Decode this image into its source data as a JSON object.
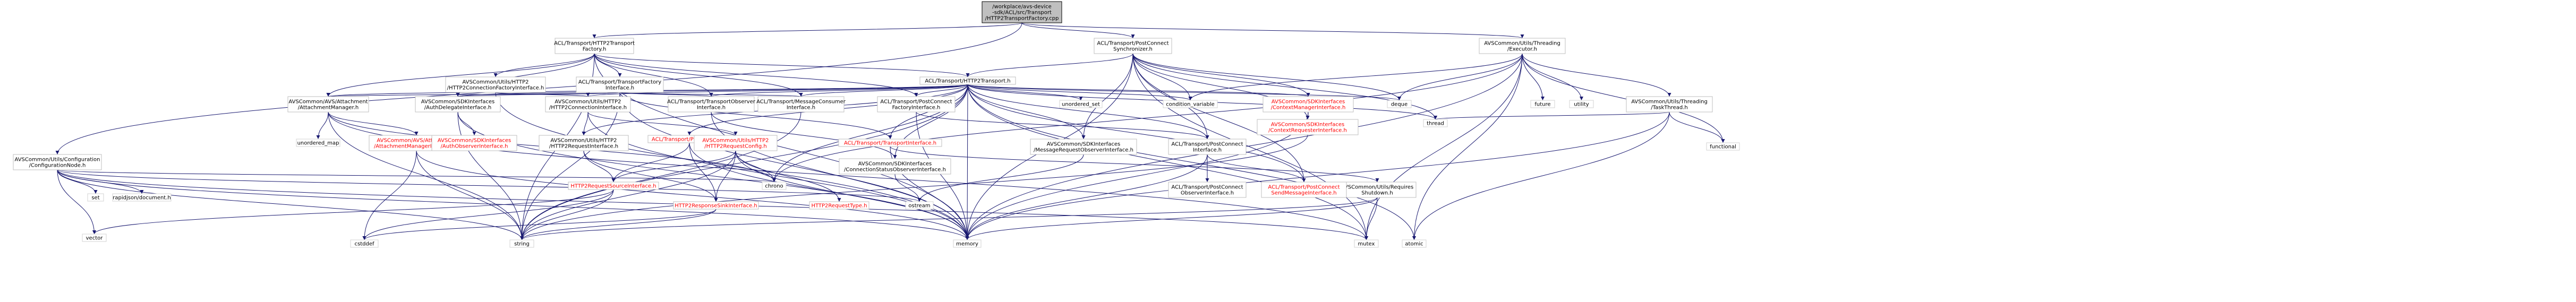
{
  "diagram": {
    "nodes": [
      {
        "id": "root",
        "lines": [
          "/workplace/avs-device",
          "-sdk/ACL/src/Transport",
          "/HTTP2TransportFactory.cpp"
        ],
        "kind": "root"
      },
      {
        "id": "factory_h",
        "lines": [
          "ACL/Transport/HTTP2Transport",
          "Factory.h"
        ],
        "kind": "header"
      },
      {
        "id": "config_node",
        "lines": [
          "AVSCommon/Utils/Configuration",
          "/ConfigurationNode.h"
        ],
        "kind": "header"
      },
      {
        "id": "postconnect_sync",
        "lines": [
          "ACL/Transport/PostConnect",
          "Synchronizer.h"
        ],
        "kind": "header"
      },
      {
        "id": "executor",
        "lines": [
          "AVSCommon/Utils/Threading",
          "/Executor.h"
        ],
        "kind": "header"
      },
      {
        "id": "http2conn_factory_if",
        "lines": [
          "AVSCommon/Utils/HTTP2",
          "/HTTP2ConnectionFactoryInterface.h"
        ],
        "kind": "header"
      },
      {
        "id": "transport_factory_if",
        "lines": [
          "ACL/Transport/TransportFactory",
          "Interface.h"
        ],
        "kind": "header"
      },
      {
        "id": "http2transport",
        "lines": [
          "ACL/Transport/HTTP2Transport.h"
        ],
        "kind": "header"
      },
      {
        "id": "attachment_mgr",
        "lines": [
          "AVSCommon/AVS/Attachment",
          "/AttachmentManager.h"
        ],
        "kind": "header"
      },
      {
        "id": "auth_delegate",
        "lines": [
          "AVSCommon/SDKInterfaces",
          "/AuthDelegateInterface.h"
        ],
        "kind": "header"
      },
      {
        "id": "http2conn_if",
        "lines": [
          "AVSCommon/Utils/HTTP2",
          "/HTTP2ConnectionInterface.h"
        ],
        "kind": "header"
      },
      {
        "id": "transport_observer_if",
        "lines": [
          "ACL/Transport/TransportObserver",
          "Interface.h"
        ],
        "kind": "header"
      },
      {
        "id": "message_consumer_if",
        "lines": [
          "ACL/Transport/MessageConsumer",
          "Interface.h"
        ],
        "kind": "header"
      },
      {
        "id": "postconnect_factory_if",
        "lines": [
          "ACL/Transport/PostConnect",
          "FactoryInterface.h"
        ],
        "kind": "header"
      },
      {
        "id": "unordered_set",
        "lines": [
          "unordered_set"
        ],
        "kind": "leaf"
      },
      {
        "id": "condition_variable",
        "lines": [
          "condition_variable"
        ],
        "kind": "leaf"
      },
      {
        "id": "deque",
        "lines": [
          "deque"
        ],
        "kind": "leaf"
      },
      {
        "id": "future",
        "lines": [
          "future"
        ],
        "kind": "leaf"
      },
      {
        "id": "utility",
        "lines": [
          "utility"
        ],
        "kind": "leaf"
      },
      {
        "id": "task_thread",
        "lines": [
          "AVSCommon/Utils/Threading",
          "/TaskThread.h"
        ],
        "kind": "header"
      },
      {
        "id": "context_mgr_if",
        "lines": [
          "AVSCommon/SDKInterfaces",
          "/ContextManagerInterface.h"
        ],
        "kind": "red"
      },
      {
        "id": "context_requester_if",
        "lines": [
          "AVSCommon/SDKInterfaces",
          "/ContextRequesterInterface.h"
        ],
        "kind": "red"
      },
      {
        "id": "thread",
        "lines": [
          "thread"
        ],
        "kind": "leaf"
      },
      {
        "id": "functional",
        "lines": [
          "functional"
        ],
        "kind": "leaf"
      },
      {
        "id": "unordered_map",
        "lines": [
          "unordered_map"
        ],
        "kind": "leaf"
      },
      {
        "id": "attachment_mgr_if",
        "lines": [
          "AVSCommon/AVS/Attachment",
          "/AttachmentManagerInterface.h"
        ],
        "kind": "red"
      },
      {
        "id": "auth_observer_if",
        "lines": [
          "AVSCommon/SDKInterfaces",
          "/AuthObserverInterface.h"
        ],
        "kind": "red"
      },
      {
        "id": "http2req_if",
        "lines": [
          "AVSCommon/Utils/HTTP2",
          "/HTTP2RequestInterface.h"
        ],
        "kind": "header"
      },
      {
        "id": "ping_handler",
        "lines": [
          "ACL/Transport/PingHandler.h"
        ],
        "kind": "red"
      },
      {
        "id": "http2req_config",
        "lines": [
          "AVSCommon/Utils/HTTP2",
          "/HTTP2RequestConfig.h"
        ],
        "kind": "red"
      },
      {
        "id": "transport_if",
        "lines": [
          "ACL/Transport/TransportInterface.h"
        ],
        "kind": "red"
      },
      {
        "id": "msg_req_observer_if",
        "lines": [
          "AVSCommon/SDKInterfaces",
          "/MessageRequestObserverInterface.h"
        ],
        "kind": "header"
      },
      {
        "id": "conn_status_observer_if",
        "lines": [
          "AVSCommon/SDKInterfaces",
          "/ConnectionStatusObserverInterface.h"
        ],
        "kind": "header"
      },
      {
        "id": "postconnect_if",
        "lines": [
          "ACL/Transport/PostConnect",
          "Interface.h"
        ],
        "kind": "header"
      },
      {
        "id": "set",
        "lines": [
          "set"
        ],
        "kind": "leaf"
      },
      {
        "id": "rapidjson",
        "lines": [
          "rapidjson/document.h"
        ],
        "kind": "leaf"
      },
      {
        "id": "http2req_source_if",
        "lines": [
          "HTTP2RequestSourceInterface.h"
        ],
        "kind": "red"
      },
      {
        "id": "http2resp_sink_if",
        "lines": [
          "HTTP2ResponseSinkInterface.h"
        ],
        "kind": "red"
      },
      {
        "id": "http2req_type",
        "lines": [
          "HTTP2RequestType.h"
        ],
        "kind": "red"
      },
      {
        "id": "chrono",
        "lines": [
          "chrono"
        ],
        "kind": "leaf"
      },
      {
        "id": "ostream",
        "lines": [
          "ostream"
        ],
        "kind": "leaf"
      },
      {
        "id": "requires_shutdown",
        "lines": [
          "AVSCommon/Utils/Requires",
          "Shutdown.h"
        ],
        "kind": "header"
      },
      {
        "id": "postconnect_observer_if",
        "lines": [
          "ACL/Transport/PostConnect",
          "ObserverInterface.h"
        ],
        "kind": "header"
      },
      {
        "id": "postconnect_send_msg_if",
        "lines": [
          "ACL/Transport/PostConnect",
          "SendMessageInterface.h"
        ],
        "kind": "red"
      },
      {
        "id": "vector",
        "lines": [
          "vector"
        ],
        "kind": "leaf"
      },
      {
        "id": "cstddef",
        "lines": [
          "cstddef"
        ],
        "kind": "leaf"
      },
      {
        "id": "string",
        "lines": [
          "string"
        ],
        "kind": "leaf"
      },
      {
        "id": "memory",
        "lines": [
          "memory"
        ],
        "kind": "leaf"
      },
      {
        "id": "mutex",
        "lines": [
          "mutex"
        ],
        "kind": "leaf"
      },
      {
        "id": "atomic",
        "lines": [
          "atomic"
        ],
        "kind": "leaf"
      }
    ],
    "edges": [
      [
        "root",
        "factory_h"
      ],
      [
        "root",
        "config_node"
      ],
      [
        "root",
        "postconnect_sync"
      ],
      [
        "root",
        "executor"
      ],
      [
        "factory_h",
        "http2conn_factory_if"
      ],
      [
        "factory_h",
        "transport_factory_if"
      ],
      [
        "factory_h",
        "http2transport"
      ],
      [
        "factory_h",
        "attachment_mgr"
      ],
      [
        "factory_h",
        "auth_delegate"
      ],
      [
        "factory_h",
        "transport_observer_if"
      ],
      [
        "factory_h",
        "message_consumer_if"
      ],
      [
        "factory_h",
        "postconnect_factory_if"
      ],
      [
        "factory_h",
        "memory"
      ],
      [
        "factory_h",
        "string"
      ],
      [
        "http2conn_factory_if",
        "http2conn_if"
      ],
      [
        "http2conn_factory_if",
        "memory"
      ],
      [
        "transport_factory_if",
        "attachment_mgr"
      ],
      [
        "transport_factory_if",
        "auth_delegate"
      ],
      [
        "transport_factory_if",
        "message_consumer_if"
      ],
      [
        "transport_factory_if",
        "transport_if"
      ],
      [
        "transport_factory_if",
        "transport_observer_if"
      ],
      [
        "transport_factory_if",
        "memory"
      ],
      [
        "transport_factory_if",
        "string"
      ],
      [
        "http2transport",
        "attachment_mgr"
      ],
      [
        "http2transport",
        "auth_delegate"
      ],
      [
        "http2transport",
        "http2conn_if"
      ],
      [
        "http2transport",
        "transport_observer_if"
      ],
      [
        "http2transport",
        "message_consumer_if"
      ],
      [
        "http2transport",
        "postconnect_factory_if"
      ],
      [
        "http2transport",
        "unordered_set"
      ],
      [
        "http2transport",
        "condition_variable"
      ],
      [
        "http2transport",
        "deque"
      ],
      [
        "http2transport",
        "thread"
      ],
      [
        "http2transport",
        "context_mgr_if"
      ],
      [
        "http2transport",
        "ping_handler"
      ],
      [
        "http2transport",
        "transport_if"
      ],
      [
        "http2transport",
        "conn_status_observer_if"
      ],
      [
        "http2transport",
        "msg_req_observer_if"
      ],
      [
        "http2transport",
        "postconnect_if"
      ],
      [
        "http2transport",
        "postconnect_send_msg_if"
      ],
      [
        "http2transport",
        "http2req_if"
      ],
      [
        "http2transport",
        "memory"
      ],
      [
        "http2transport",
        "mutex"
      ],
      [
        "http2transport",
        "atomic"
      ],
      [
        "http2transport",
        "string"
      ],
      [
        "http2transport",
        "chrono"
      ],
      [
        "postconnect_sync",
        "condition_variable"
      ],
      [
        "postconnect_sync",
        "deque"
      ],
      [
        "postconnect_sync",
        "thread"
      ],
      [
        "postconnect_sync",
        "context_mgr_if"
      ],
      [
        "postconnect_sync",
        "context_requester_if"
      ],
      [
        "postconnect_sync",
        "msg_req_observer_if"
      ],
      [
        "postconnect_sync",
        "postconnect_if"
      ],
      [
        "postconnect_sync",
        "postconnect_send_msg_if"
      ],
      [
        "postconnect_sync",
        "http2transport"
      ],
      [
        "postconnect_sync",
        "memory"
      ],
      [
        "postconnect_sync",
        "mutex"
      ],
      [
        "executor",
        "condition_variable"
      ],
      [
        "executor",
        "deque"
      ],
      [
        "executor",
        "future"
      ],
      [
        "executor",
        "utility"
      ],
      [
        "executor",
        "task_thread"
      ],
      [
        "executor",
        "functional"
      ],
      [
        "executor",
        "mutex"
      ],
      [
        "executor",
        "atomic"
      ],
      [
        "executor",
        "memory"
      ],
      [
        "executor",
        "chrono"
      ],
      [
        "task_thread",
        "thread"
      ],
      [
        "task_thread",
        "functional"
      ],
      [
        "task_thread",
        "atomic"
      ],
      [
        "task_thread",
        "memory"
      ],
      [
        "context_mgr_if",
        "context_requester_if"
      ],
      [
        "context_mgr_if",
        "memory"
      ],
      [
        "context_requester_if",
        "string"
      ],
      [
        "attachment_mgr",
        "unordered_map"
      ],
      [
        "attachment_mgr",
        "attachment_mgr_if"
      ],
      [
        "attachment_mgr",
        "chrono"
      ],
      [
        "attachment_mgr",
        "mutex"
      ],
      [
        "attachment_mgr",
        "string"
      ],
      [
        "attachment_mgr_if",
        "memory"
      ],
      [
        "attachment_mgr_if",
        "string"
      ],
      [
        "attachment_mgr_if",
        "cstddef"
      ],
      [
        "auth_delegate",
        "auth_observer_if"
      ],
      [
        "auth_delegate",
        "memory"
      ],
      [
        "auth_delegate",
        "string"
      ],
      [
        "http2conn_if",
        "http2req_if"
      ],
      [
        "http2conn_if",
        "http2req_config"
      ],
      [
        "http2conn_if",
        "memory"
      ],
      [
        "http2req_if",
        "http2req_source_if"
      ],
      [
        "http2req_if",
        "http2resp_sink_if"
      ],
      [
        "ping_handler",
        "http2req_source_if"
      ],
      [
        "ping_handler",
        "http2resp_sink_if"
      ],
      [
        "ping_handler",
        "memory"
      ],
      [
        "http2req_config",
        "http2req_source_if"
      ],
      [
        "http2req_config",
        "http2resp_sink_if"
      ],
      [
        "http2req_config",
        "http2req_type"
      ],
      [
        "http2req_config",
        "chrono"
      ],
      [
        "http2req_config",
        "memory"
      ],
      [
        "http2req_config",
        "string"
      ],
      [
        "transport_observer_if",
        "memory"
      ],
      [
        "transport_observer_if",
        "conn_status_observer_if"
      ],
      [
        "message_consumer_if",
        "string"
      ],
      [
        "postconnect_factory_if",
        "postconnect_if"
      ],
      [
        "postconnect_factory_if",
        "memory"
      ],
      [
        "transport_if",
        "requires_shutdown"
      ],
      [
        "transport_if",
        "memory"
      ],
      [
        "conn_status_observer_if",
        "ostream"
      ],
      [
        "msg_req_observer_if",
        "ostream"
      ],
      [
        "postconnect_if",
        "postconnect_observer_if"
      ],
      [
        "postconnect_if",
        "postconnect_send_msg_if"
      ],
      [
        "postconnect_if",
        "memory"
      ],
      [
        "requires_shutdown",
        "string"
      ],
      [
        "requires_shutdown",
        "memory"
      ],
      [
        "requires_shutdown",
        "mutex"
      ],
      [
        "config_node",
        "set"
      ],
      [
        "config_node",
        "rapidjson"
      ],
      [
        "config_node",
        "vector"
      ],
      [
        "config_node",
        "string"
      ],
      [
        "config_node",
        "memory"
      ],
      [
        "config_node",
        "mutex"
      ],
      [
        "config_node",
        "chrono"
      ],
      [
        "config_node",
        "ostream"
      ],
      [
        "http2req_source_if",
        "vector"
      ],
      [
        "http2req_source_if",
        "cstddef"
      ],
      [
        "http2req_source_if",
        "string"
      ],
      [
        "http2resp_sink_if",
        "cstddef"
      ],
      [
        "http2resp_sink_if",
        "string"
      ]
    ]
  }
}
